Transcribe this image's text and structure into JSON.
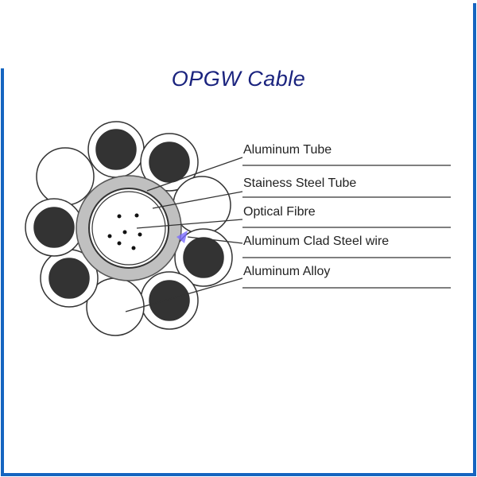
{
  "title": "OPGW Cable",
  "labels": [
    "Aluminum Tube",
    "Stainess Steel Tube",
    "Optical Fibre",
    "Aluminum Clad Steel wire",
    "Aluminum Alloy"
  ],
  "colors": {
    "frame": "#1565c0",
    "title": "#1a237e",
    "acs_core": "#333333",
    "aluminum_tube": "#c0c0c0",
    "leader_lines": "#333333",
    "accent": "#7b6cff"
  }
}
